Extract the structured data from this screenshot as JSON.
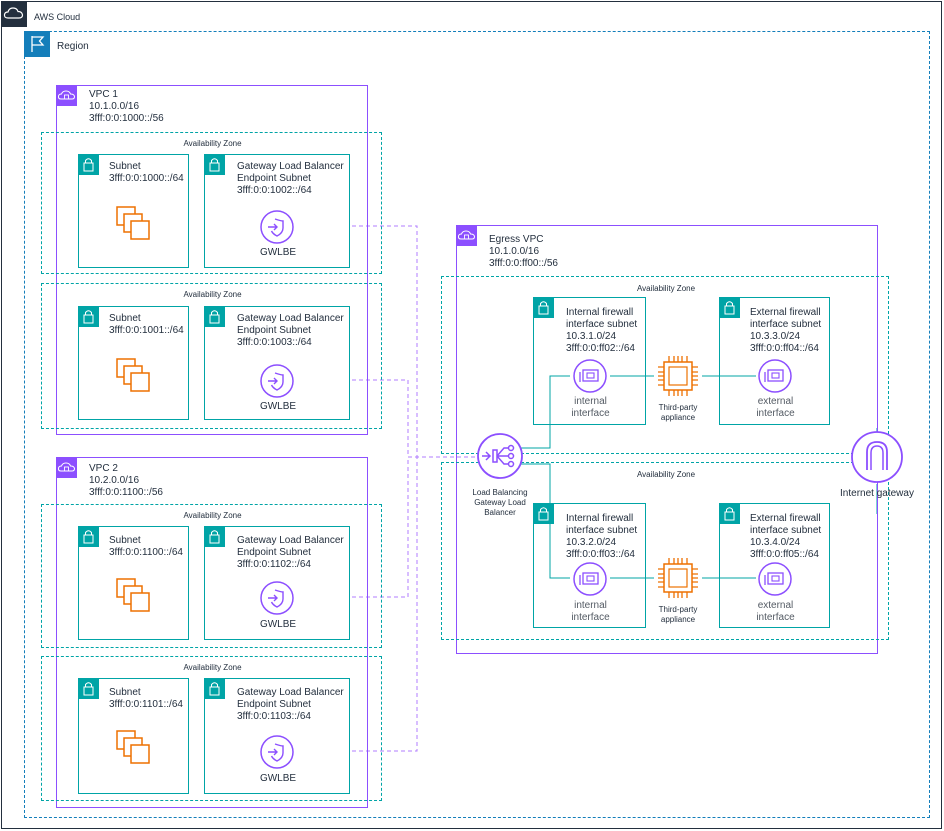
{
  "cloud": {
    "label": "AWS Cloud"
  },
  "region": {
    "label": "Region"
  },
  "az_label": "Availability Zone",
  "vpc1": {
    "title": "VPC 1\n10.1.0.0/16\n3fff:0:0:1000::/56",
    "az1": {
      "subnet": "Subnet\n3fff:0:0:1000::/64",
      "gwlb_subnet": "Gateway Load Balancer\nEndpoint Subnet\n3fff:0:0:1002::/64",
      "endpoint": "GWLBE"
    },
    "az2": {
      "subnet": "Subnet\n3fff:0:0:1001::/64",
      "gwlb_subnet": "Gateway Load Balancer\nEndpoint Subnet\n3fff:0:0:1003::/64",
      "endpoint": "GWLBE"
    }
  },
  "vpc2": {
    "title": "VPC 2\n10.2.0.0/16\n3fff:0:0:1100::/56",
    "az1": {
      "subnet": "Subnet\n3fff:0:0:1100::/64",
      "gwlb_subnet": "Gateway Load Balancer\nEndpoint Subnet\n3fff:0:0:1102::/64",
      "endpoint": "GWLBE"
    },
    "az2": {
      "subnet": "Subnet\n3fff:0:0:1101::/64",
      "gwlb_subnet": "Gateway Load Balancer\nEndpoint Subnet\n3fff:0:0:1103::/64",
      "endpoint": "GWLBE"
    }
  },
  "egress": {
    "title": "Egress VPC\n10.1.0.0/16\n3fff:0:0:ff00::/56",
    "az1": {
      "internal_subnet": "Internal firewall\ninterface subnet\n10.3.1.0/24\n3fff:0:0:ff02::/64",
      "external_subnet": "External firewall\ninterface subnet\n10.3.3.0/24\n3fff:0:0:ff04::/64",
      "internal_iface": "internal\ninterface",
      "external_iface": "external\ninterface",
      "appliance": "Third-party\nappliance"
    },
    "az2": {
      "internal_subnet": "Internal firewall\ninterface subnet\n10.3.2.0/24\n3fff:0:0:ff03::/64",
      "external_subnet": "External firewall\ninterface subnet\n10.3.4.0/24\n3fff:0:0:ff05::/64",
      "internal_iface": "internal\ninterface",
      "external_iface": "external\ninterface",
      "appliance": "Third-party\nappliance"
    },
    "gwlb": "Load Balancing\nGateway Load\nBalancer",
    "igw": "Internet gateway"
  },
  "colors": {
    "vpc": "#8c4fff",
    "az": "#00a4a6",
    "region": "#147eba",
    "ec2": "#ed7100",
    "dashed_line": "#a166ff"
  }
}
